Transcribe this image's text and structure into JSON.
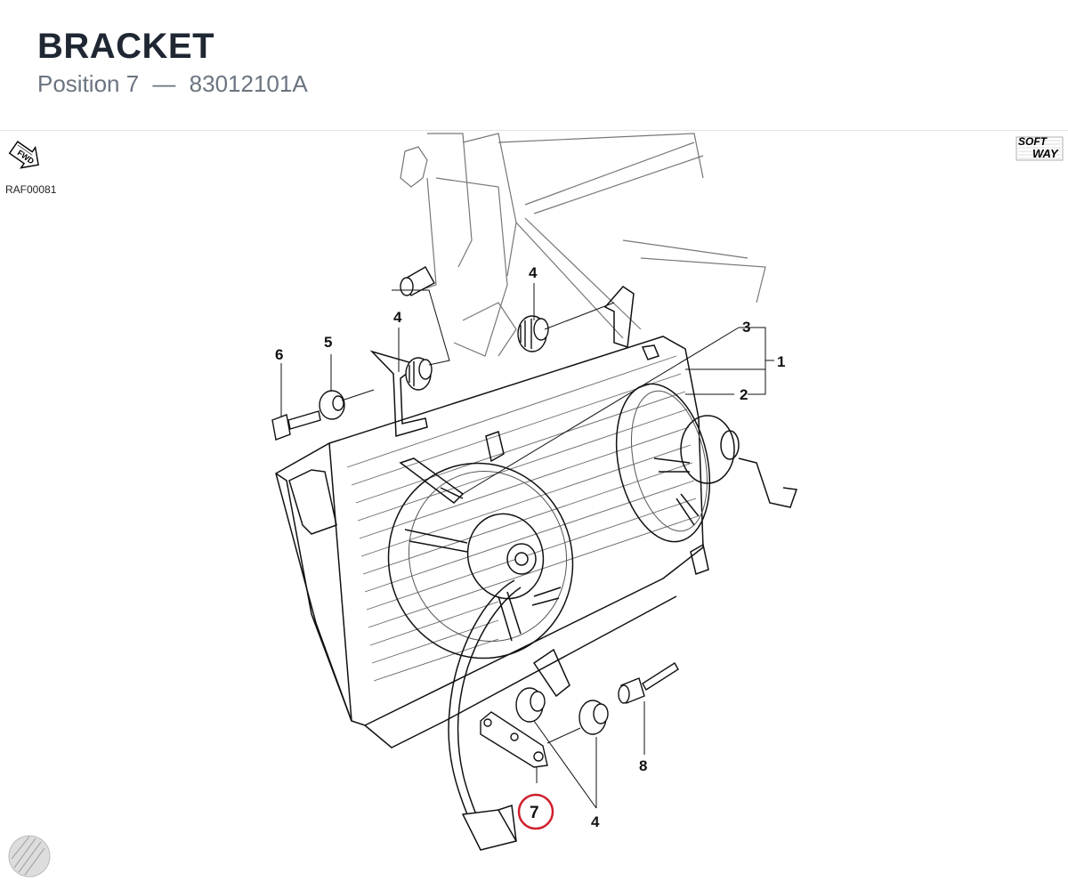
{
  "header": {
    "title": "BRACKET",
    "subtitle_position": "Position 7",
    "subtitle_separator": "—",
    "subtitle_part_number": "83012101A"
  },
  "diagram": {
    "reference_code": "RAF00081",
    "fwd_label": "FWD",
    "logo_line1": "SOFT",
    "logo_line2": "WAY",
    "callouts": {
      "c1": "1",
      "c2": "2",
      "c3": "3",
      "c4a": "4",
      "c4b": "4",
      "c4c": "4",
      "c5": "5",
      "c6": "6",
      "c7": "7",
      "c8": "8"
    },
    "highlight_color": "#d0202e"
  }
}
